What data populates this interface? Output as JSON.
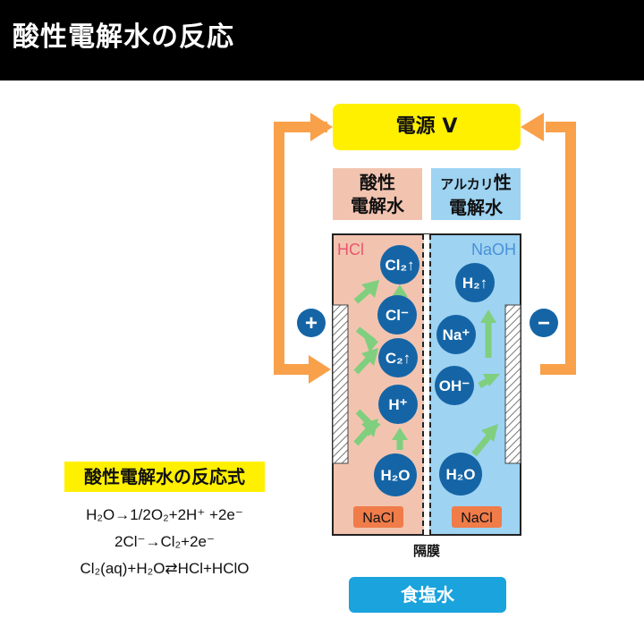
{
  "header": {
    "title": "酸性電解水の反応"
  },
  "power": {
    "label": "電源 V"
  },
  "labels": {
    "acid_line1": "酸性",
    "acid_line2": "電解水",
    "alk_line1_kana": "アルカリ",
    "alk_line1_kanji": "性",
    "alk_line2": "電解水"
  },
  "electrodes": {
    "plus": "+",
    "minus": "−"
  },
  "tank": {
    "left_label": "HCl",
    "right_label": "NaOH",
    "membrane_label": "隔膜",
    "salt_left": "NaCl",
    "salt_right": "NaCl"
  },
  "molecules": {
    "cl2_gas": "Cl₂↑",
    "cl_ion": "Cl⁻",
    "c2_gas": "C₂↑",
    "h_ion": "H⁺",
    "h2o_left": "H₂O",
    "h2_gas": "H₂↑",
    "na_ion": "Na⁺",
    "oh_ion": "OH⁻",
    "h2o_right": "H₂O"
  },
  "bottom_label": "食塩水",
  "formulas": {
    "title": "酸性電解水の反応式",
    "eq1": "H₂O→1/2O₂+2H⁺ +2e⁻",
    "eq2": "2Cl⁻→Cl₂+2e⁻",
    "eq3": "Cl₂(aq)+H₂O⇄HCl+HClO"
  },
  "colors": {
    "header_bg": "#000000",
    "accent_yellow": "#fff000",
    "wire_orange": "#f9a04a",
    "acid_bg": "#f2c4b0",
    "alkaline_bg": "#9ed3f2",
    "molecule_blue": "#1565a6",
    "arrow_green": "#7fcf7f",
    "salt_orange": "#f07c4a",
    "salt_water_blue": "#1aa3dd",
    "hcl_text": "#e8576b",
    "naoh_text": "#4a90d9"
  }
}
